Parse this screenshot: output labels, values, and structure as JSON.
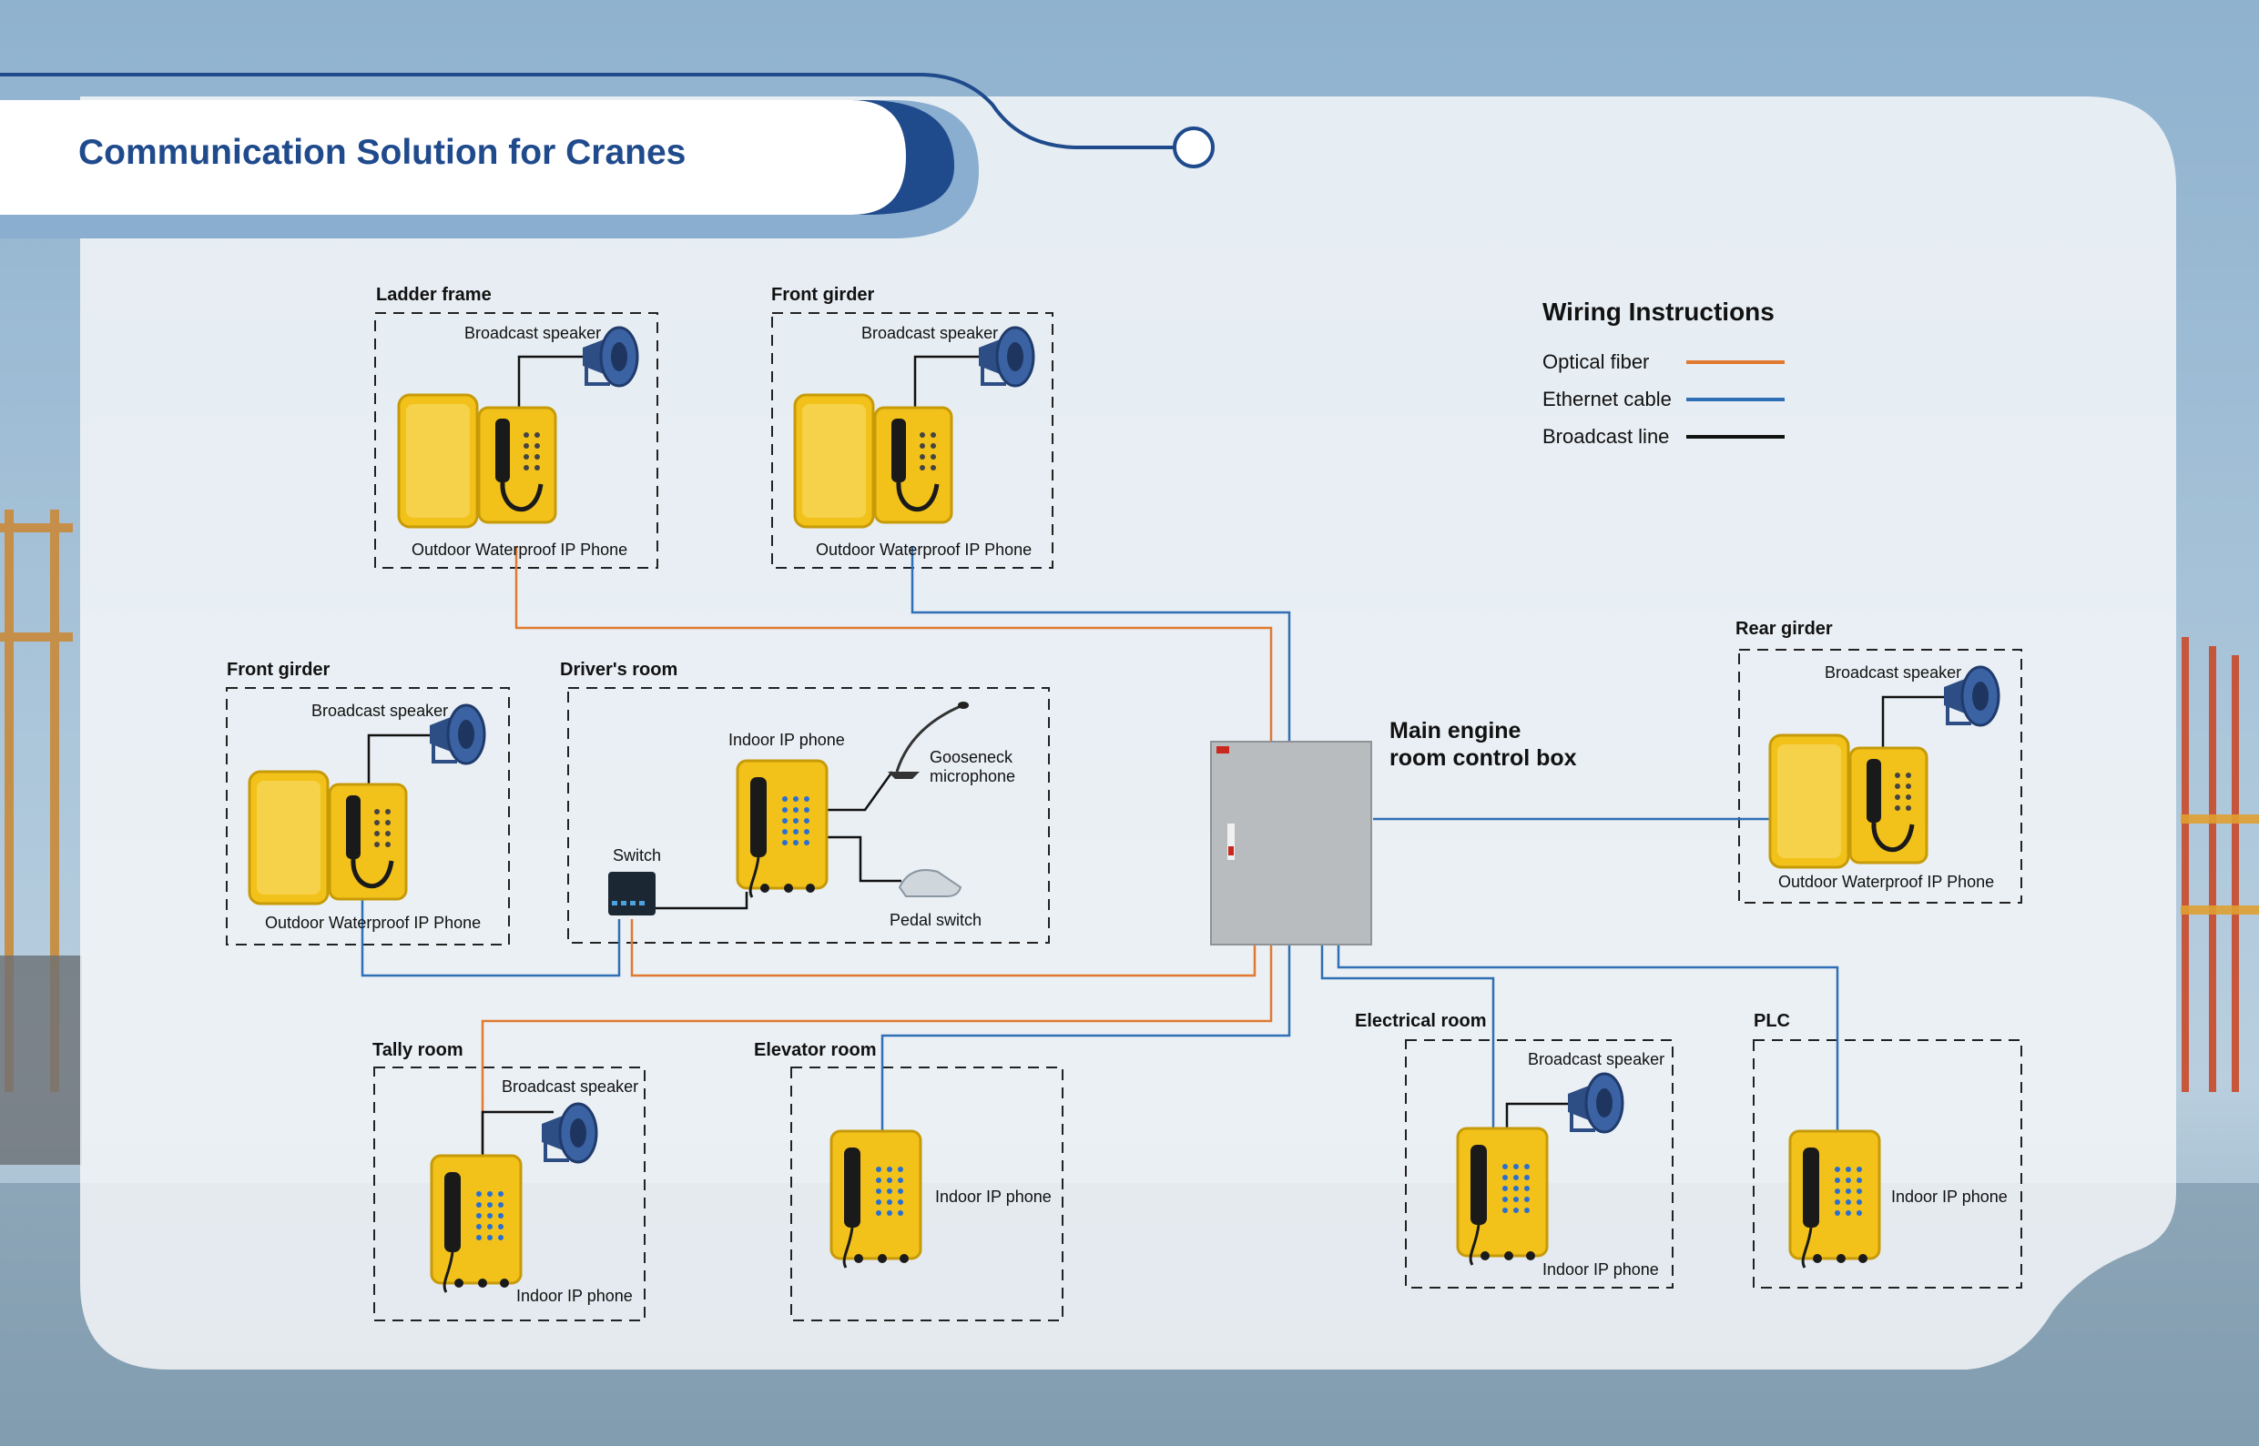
{
  "title": "Communication Solution for Cranes",
  "colors": {
    "title": "#1f4a8c",
    "optical_fiber": "#e07a30",
    "ethernet_cable": "#2f6fb5",
    "broadcast_line": "#111111",
    "phone_yellow": "#f2c21a"
  },
  "legend": {
    "title": "Wiring Instructions",
    "items": [
      {
        "label": "Optical fiber",
        "color": "#e07a30"
      },
      {
        "label": "Ethernet cable",
        "color": "#2f6fb5"
      },
      {
        "label": "Broadcast line",
        "color": "#111111"
      }
    ]
  },
  "main_box": {
    "line1": "Main engine",
    "line2": "room control box"
  },
  "sections": {
    "ladder_frame": {
      "title": "Ladder frame",
      "speaker": "Broadcast speaker",
      "phone": "Outdoor Waterproof IP Phone"
    },
    "front_girder_top": {
      "title": "Front girder",
      "speaker": "Broadcast speaker",
      "phone": "Outdoor Waterproof IP Phone"
    },
    "front_girder_left": {
      "title": "Front girder",
      "speaker": "Broadcast speaker",
      "phone": "Outdoor Waterproof IP Phone"
    },
    "drivers_room": {
      "title": "Driver's room",
      "phone": "Indoor IP phone",
      "mic_line1": "Gooseneck",
      "mic_line2": "microphone",
      "switch": "Switch",
      "pedal": "Pedal switch"
    },
    "rear_girder": {
      "title": "Rear girder",
      "speaker": "Broadcast speaker",
      "phone": "Outdoor Waterproof IP Phone"
    },
    "tally_room": {
      "title": "Tally room",
      "speaker": "Broadcast speaker",
      "phone": "Indoor IP phone"
    },
    "elevator_room": {
      "title": "Elevator room",
      "phone": "Indoor IP phone"
    },
    "electrical_room": {
      "title": "Electrical room",
      "speaker": "Broadcast speaker",
      "phone": "Indoor IP phone"
    },
    "plc": {
      "title": "PLC",
      "phone": "Indoor IP phone"
    }
  }
}
